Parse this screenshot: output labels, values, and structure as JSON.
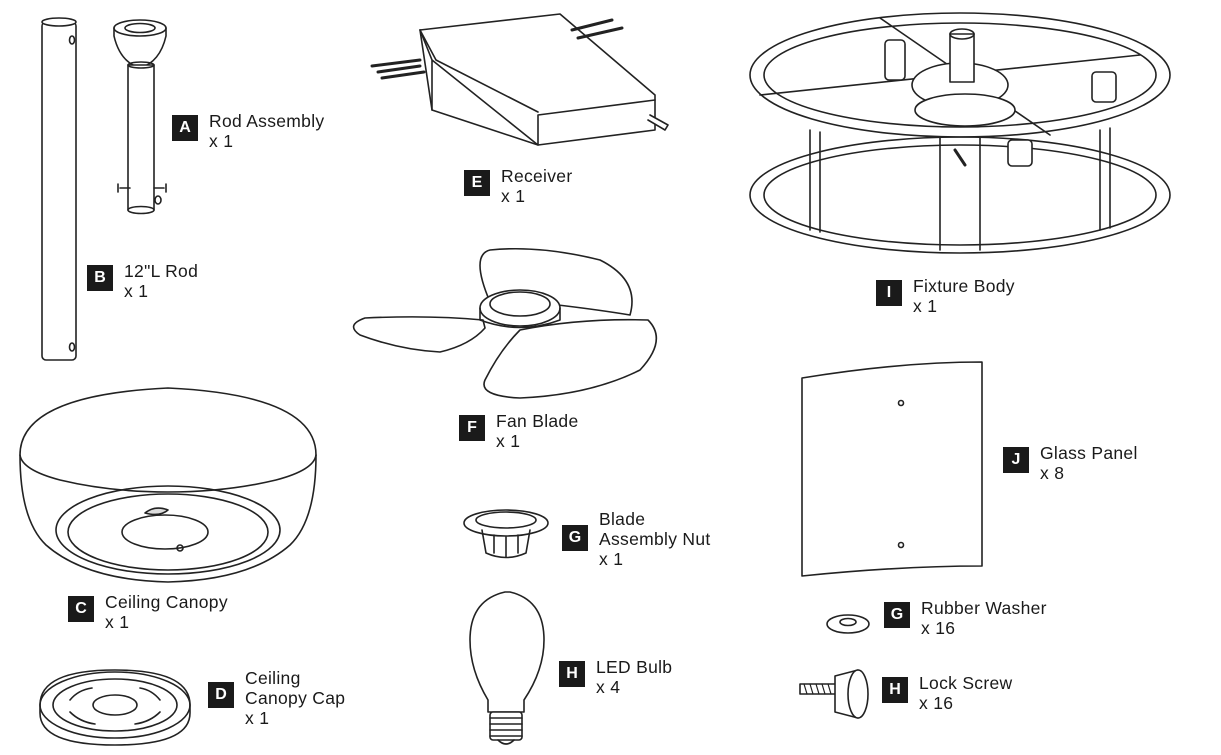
{
  "parts": {
    "A": {
      "letter": "A",
      "name": "Rod Assembly",
      "qty": "x 1"
    },
    "B": {
      "letter": "B",
      "name": "12\"L Rod",
      "qty": "x 1"
    },
    "C": {
      "letter": "C",
      "name": "Ceiling Canopy",
      "qty": "x 1"
    },
    "D": {
      "letter": "D",
      "name_line1": "Ceiling",
      "name_line2": "Canopy Cap",
      "qty": "x 1"
    },
    "E": {
      "letter": "E",
      "name": "Receiver",
      "qty": "x 1"
    },
    "F": {
      "letter": "F",
      "name": "Fan Blade",
      "qty": "x 1"
    },
    "G1": {
      "letter": "G",
      "name_line1": "Blade",
      "name_line2": "Assembly Nut",
      "qty": "x 1"
    },
    "H1": {
      "letter": "H",
      "name": "LED Bulb",
      "qty": "x 4"
    },
    "I": {
      "letter": "I",
      "name": "Fixture Body",
      "qty": "x 1"
    },
    "J": {
      "letter": "J",
      "name": "Glass Panel",
      "qty": "x 8"
    },
    "G2": {
      "letter": "G",
      "name": "Rubber Washer",
      "qty": "x 16"
    },
    "H2": {
      "letter": "H",
      "name": "Lock Screw",
      "qty": "x 16"
    }
  }
}
